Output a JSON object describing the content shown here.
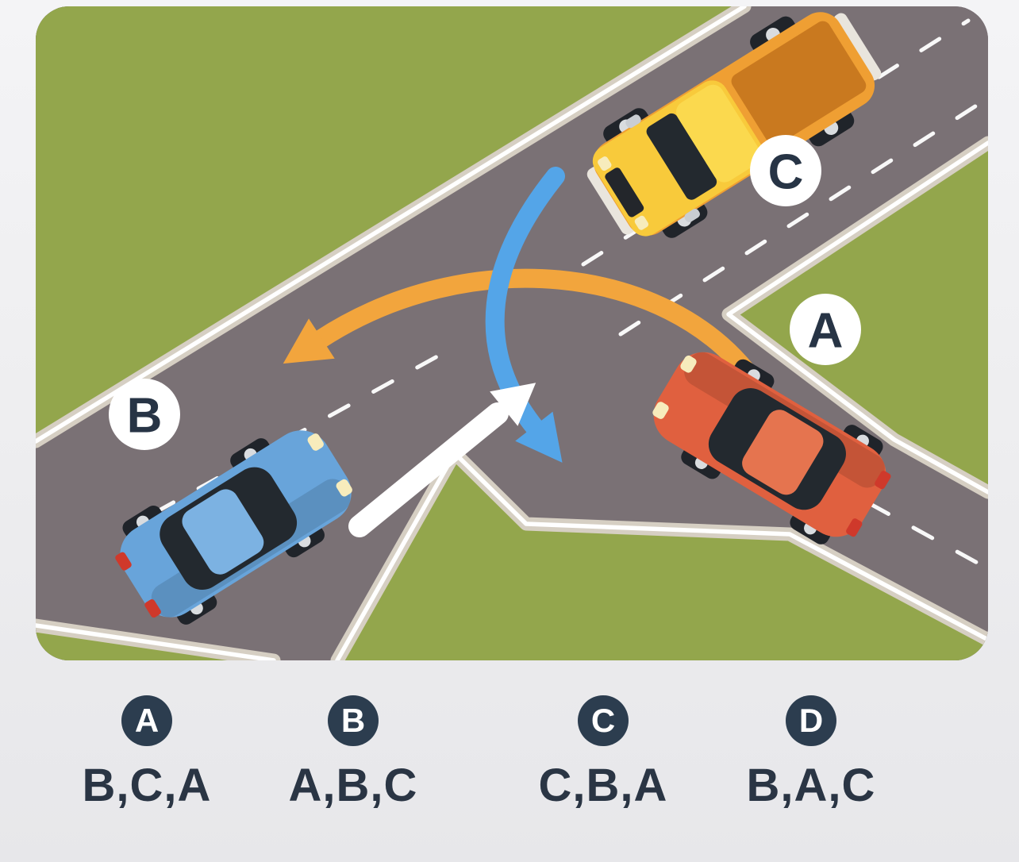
{
  "scene": {
    "labels": {
      "a": "A",
      "b": "B",
      "c": "C"
    },
    "vehicles": [
      {
        "label": "A",
        "type": "car",
        "color": "#e0603f",
        "position": "right branch road, heading toward intersection"
      },
      {
        "label": "B",
        "type": "car",
        "color": "#68a4da",
        "position": "left road, heading toward intersection"
      },
      {
        "label": "C",
        "type": "pickup-truck",
        "color": "#f8ca3b",
        "position": "top road, heading toward intersection"
      }
    ],
    "arrows": [
      {
        "for_vehicle": "B",
        "color": "#ffffff",
        "shape": "straight, pointing up-right through intersection"
      },
      {
        "for_vehicle": "C",
        "color": "#54a5e8",
        "shape": "curved left turn toward bottom-right road"
      },
      {
        "for_vehicle": "A",
        "color": "#f2a53d",
        "shape": "curved left turn toward left road"
      }
    ]
  },
  "options": [
    {
      "letter": "A",
      "answer": "B,C,A"
    },
    {
      "letter": "B",
      "answer": "A,B,C"
    },
    {
      "letter": "C",
      "answer": "C,B,A"
    },
    {
      "letter": "D",
      "answer": "B,A,C"
    }
  ],
  "colors": {
    "green": "#93a64c",
    "road": "#7a7175",
    "curb": "#d6cfc3",
    "arrow_blue": "#54a5e8",
    "arrow_orange": "#f2a53d",
    "arrow_white": "#ffffff",
    "truck_yellow": "#f8ca3b",
    "truck_roof": "#fbd94e",
    "truck_orange": "#ef9f33",
    "truck_bed": "#c9791f",
    "car_blue": "#68a4da",
    "car_blue_roof": "#7cb2e2",
    "car_red": "#e0603f",
    "car_red_roof": "#e5744f",
    "glass": "#23292f",
    "wheel": "#20242a",
    "hub": "#d9dcdf",
    "bumper": "#e9e5dd",
    "headlight": "#f7ecbc",
    "taillight": "#cf392b",
    "badge": "#2c3d4f",
    "badge_text": "#ffffff",
    "label_bg": "#ffffff",
    "label_text": "#273445",
    "answer_text": "#2a3544"
  }
}
